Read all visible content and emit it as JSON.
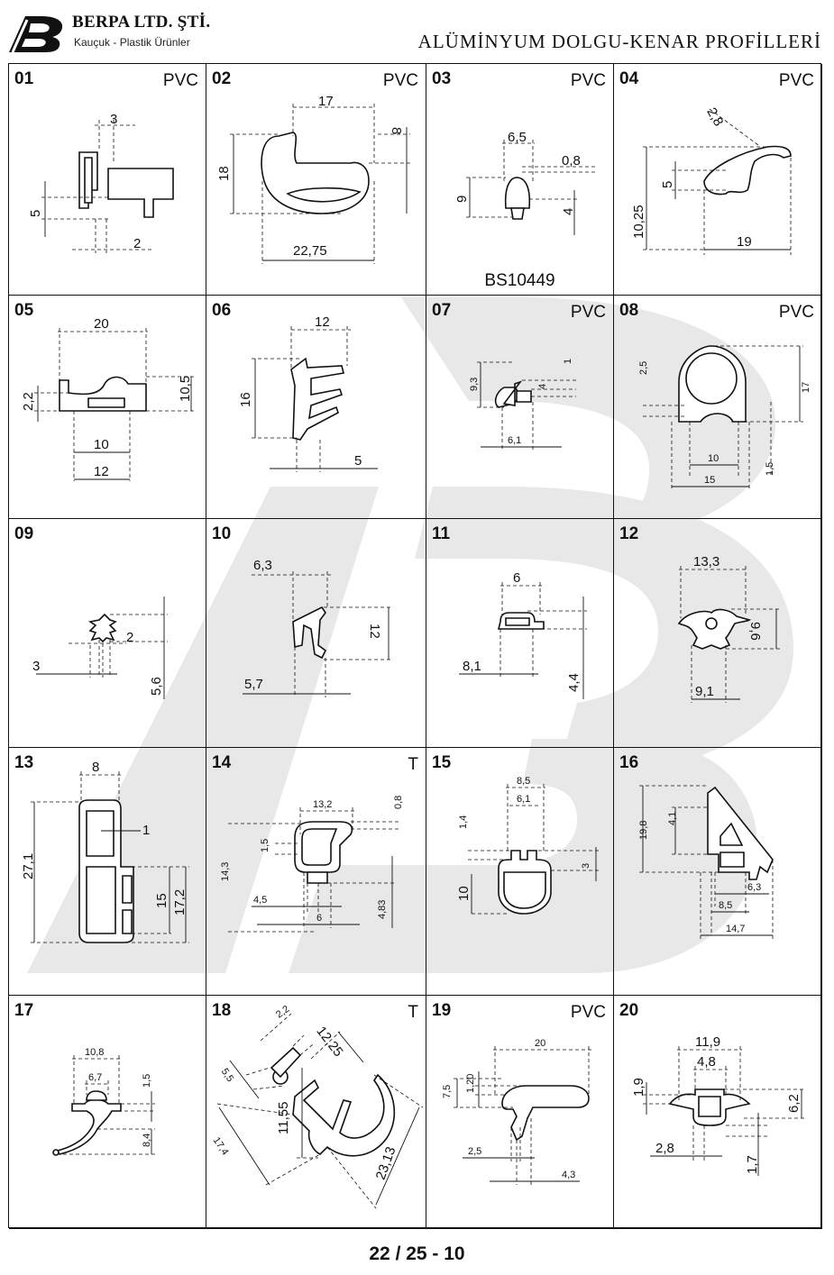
{
  "header": {
    "company_name": "BERPA LTD. ŞTİ.",
    "tagline": "Kauçuk - Plastik Ürünler",
    "document_title": "ALÜMİNYUM DOLGU-KENAR PROFİLLERİ"
  },
  "cells": [
    {
      "number": "01",
      "material": "PVC",
      "dims": [
        "3",
        "5",
        "2"
      ]
    },
    {
      "number": "02",
      "material": "PVC",
      "dims": [
        "17",
        "8",
        "18",
        "22,75"
      ]
    },
    {
      "number": "03",
      "material": "PVC",
      "standard": "BS10449",
      "dims": [
        "6,5",
        "0,8",
        "9",
        "4"
      ]
    },
    {
      "number": "04",
      "material": "PVC",
      "dims": [
        "2,8",
        "5",
        "10,25",
        "19"
      ]
    },
    {
      "number": "05",
      "material": "",
      "dims": [
        "20",
        "2,2",
        "10,5",
        "10",
        "12"
      ]
    },
    {
      "number": "06",
      "material": "",
      "dims": [
        "12",
        "16",
        "5"
      ]
    },
    {
      "number": "07",
      "material": "PVC",
      "dims": [
        "1",
        "9,3",
        "4",
        "6,1"
      ]
    },
    {
      "number": "08",
      "material": "PVC",
      "dims": [
        "2,5",
        "17",
        "10",
        "1,5",
        "15"
      ]
    },
    {
      "number": "09",
      "material": "",
      "dims": [
        "2",
        "3",
        "5,6"
      ]
    },
    {
      "number": "10",
      "material": "",
      "dims": [
        "6,3",
        "12",
        "5,7"
      ]
    },
    {
      "number": "11",
      "material": "",
      "dims": [
        "6",
        "8,1",
        "4,4"
      ]
    },
    {
      "number": "12",
      "material": "",
      "dims": [
        "13,3",
        "9,6",
        "9,1"
      ]
    },
    {
      "number": "13",
      "material": "",
      "dims": [
        "8",
        "27,1",
        "1",
        "15",
        "17,2"
      ]
    },
    {
      "number": "14",
      "material": "T",
      "dims": [
        "13,2",
        "0,8",
        "14,3",
        "1,5",
        "4,5",
        "6",
        "4,83"
      ]
    },
    {
      "number": "15",
      "material": "",
      "dims": [
        "8,5",
        "6,1",
        "1,4",
        "3",
        "10"
      ]
    },
    {
      "number": "16",
      "material": "",
      "dims": [
        "19,8",
        "4,1",
        "6,3",
        "8,5",
        "14,7"
      ]
    },
    {
      "number": "17",
      "material": "",
      "dims": [
        "10,8",
        "6,7",
        "1,5",
        "8,4"
      ]
    },
    {
      "number": "18",
      "material": "T",
      "dims": [
        "2,2",
        "12,25",
        "5,5",
        "17,4",
        "11,55",
        "23,13"
      ]
    },
    {
      "number": "19",
      "material": "PVC",
      "dims": [
        "20",
        "1,20",
        "7,5",
        "2,5",
        "4,3"
      ]
    },
    {
      "number": "20",
      "material": "",
      "dims": [
        "11,9",
        "4,8",
        "1,9",
        "6,2",
        "2,8",
        "1,7"
      ]
    }
  ],
  "footer": {
    "page_code": "22 / 25 - 10"
  },
  "colors": {
    "line": "#111111",
    "watermark": "#e6e6e6",
    "background": "#ffffff"
  }
}
